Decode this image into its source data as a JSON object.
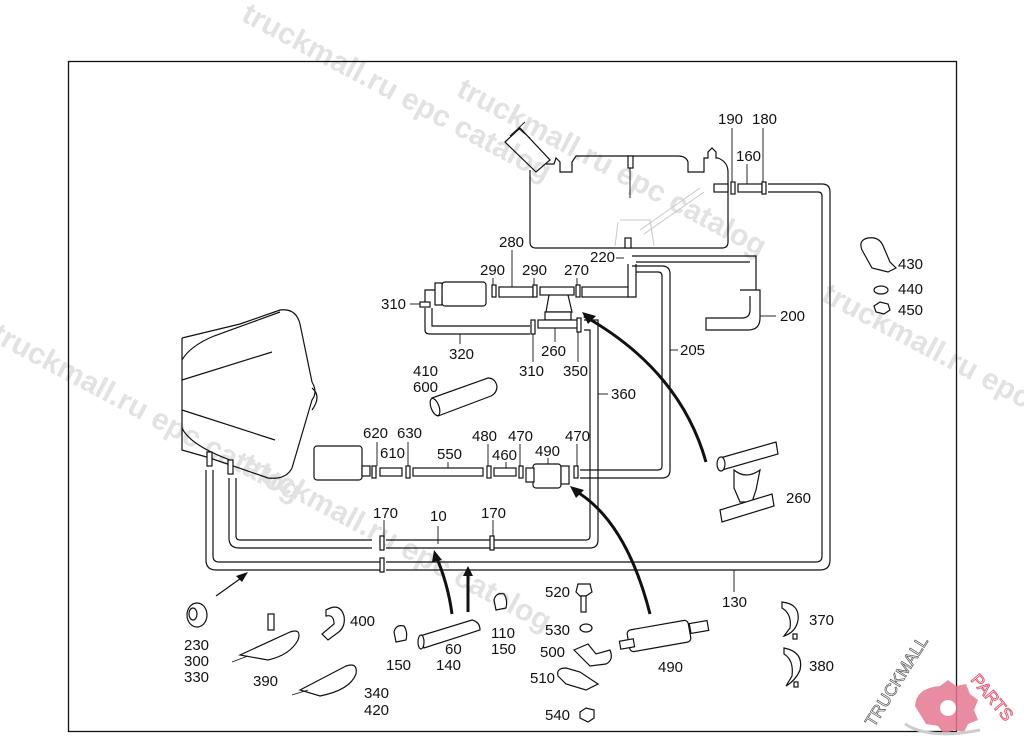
{
  "diagram": {
    "title": "Windshield washer system parts diagram",
    "watermarks": [
      "truckmall.ru epc catalog",
      "truckmall.ru epc catalog",
      "truckmall.ru epc catalog",
      "truckmall.ru epc catalog",
      "truckmall.ru epc catalog"
    ],
    "logo": {
      "left": "TRUCKMALL",
      "right": "PARTS",
      "accent_color": "#e05070"
    },
    "callouts": {
      "c190": "190",
      "c180": "180",
      "c160": "160",
      "c280": "280",
      "c220": "220",
      "c290a": "290",
      "c290b": "290",
      "c270": "270",
      "c310a": "310",
      "c320": "320",
      "c310b": "310",
      "c260a": "260",
      "c350": "350",
      "c200": "200",
      "c205": "205",
      "c360": "360",
      "c430": "430",
      "c440": "440",
      "c450": "450",
      "c410": "410",
      "c600": "600",
      "c620": "620",
      "c630": "630",
      "c610": "610",
      "c550": "550",
      "c480": "480",
      "c470a": "470",
      "c460": "460",
      "c490a": "490",
      "c470b": "470",
      "c260b": "260",
      "c170a": "170",
      "c10": "10",
      "c170b": "170",
      "c130": "130",
      "c230": "230",
      "c300": "300",
      "c330": "330",
      "c390": "390",
      "c400": "400",
      "c340": "340",
      "c420": "420",
      "c150a": "150",
      "c60": "60",
      "c140": "140",
      "c110": "110",
      "c150b": "150",
      "c520": "520",
      "c530": "530",
      "c500": "500",
      "c510": "510",
      "c540": "540",
      "c490b": "490",
      "c370": "370",
      "c380": "380"
    }
  }
}
